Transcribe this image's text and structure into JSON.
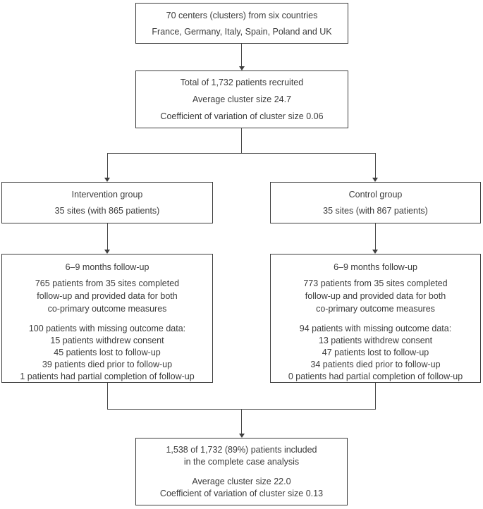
{
  "figure": {
    "colors": {
      "background": "#ffffff",
      "box_border": "#3e3e3e",
      "connector_line": "#4a4a4a",
      "text": "#3b3b3b"
    },
    "top_box": {
      "line1": "70 centers (clusters) from six countries",
      "line2": "France, Germany, Italy, Spain, Poland and UK"
    },
    "recruited_box": {
      "line1": "Total of 1,732 patients recruited",
      "line2": "Average cluster size 24.7",
      "line3": "Coefficient of variation of cluster size 0.06"
    },
    "intervention_box": {
      "line1": "Intervention group",
      "line2": "35 sites (with 865 patients)"
    },
    "control_box": {
      "line1": "Control group",
      "line2": "35 sites (with 867 patients)"
    },
    "intervention_followup_box": {
      "title": "6–9 months follow-up",
      "completed_lines": [
        "765 patients from 35 sites completed",
        "follow-up and provided data for both",
        "co-primary outcome measures"
      ],
      "missing_header": "100 patients with missing outcome data:",
      "missing_items": [
        "15 patients withdrew consent",
        "45 patients lost to follow-up",
        "39 patients died prior to follow-up",
        "1 patients had partial completion of follow-up"
      ]
    },
    "control_followup_box": {
      "title": "6–9 months follow-up",
      "completed_lines": [
        "773 patients from 35 sites completed",
        "follow-up and provided data for both",
        "co-primary outcome measures"
      ],
      "missing_header": "94 patients with missing outcome data:",
      "missing_items": [
        "13 patients withdrew consent",
        "47 patients lost to follow-up",
        "34 patients died prior to follow-up",
        "0 patients had partial completion of follow-up"
      ]
    },
    "analysis_box": {
      "included_lines": [
        "1,538 of 1,732 (89%) patients included",
        "in the complete case analysis"
      ],
      "line2": "Average cluster size 22.0",
      "line3": "Coefficient of variation of cluster size 0.13"
    }
  }
}
